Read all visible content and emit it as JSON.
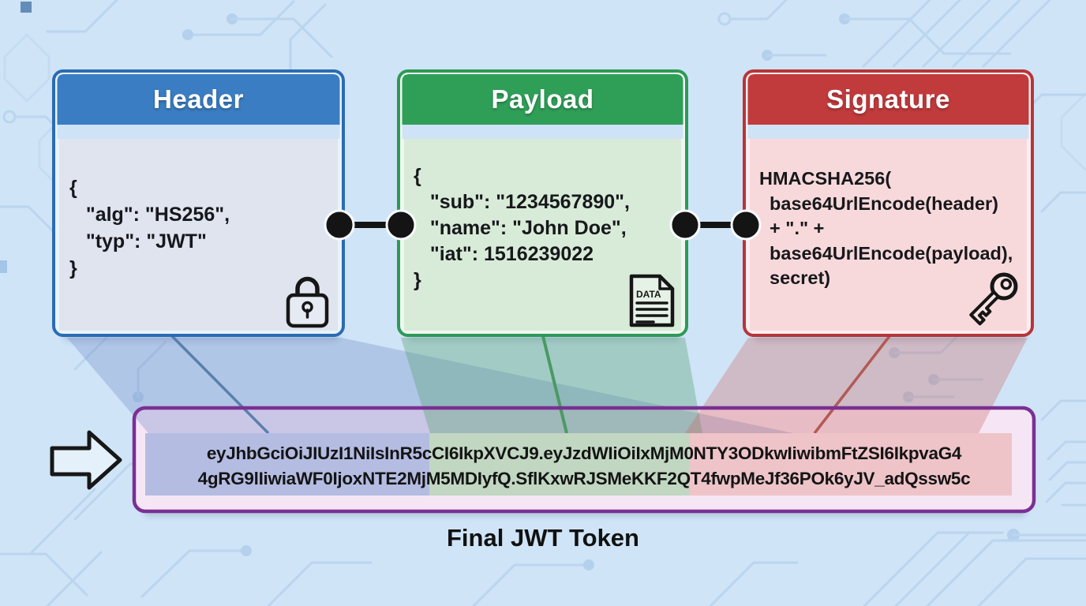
{
  "page": {
    "background_color": "#cfe4f7",
    "caption": "Final JWT Token"
  },
  "boxes": {
    "header": {
      "title": "Header",
      "accent": "#3a7dc2",
      "border": "#2a6cb3",
      "body_color": "#dfe4ef",
      "code": "{\n   \"alg\": \"HS256\",\n   \"typ\": \"JWT\"\n}",
      "icon": "lock-icon"
    },
    "payload": {
      "title": "Payload",
      "accent": "#2f9f58",
      "border": "#2d9a55",
      "body_color": "#d8ebd8",
      "code": "{\n   \"sub\": \"1234567890\",\n   \"name\": \"John Doe\",\n   \"iat\": 1516239022\n}",
      "icon": "data-document-icon",
      "icon_label": "DATA"
    },
    "signature": {
      "title": "Signature",
      "accent": "#c13a3c",
      "border": "#b73538",
      "body_color": "#f8d9db",
      "code": "HMACSHA256(\n  base64UrlEncode(header)\n  + \".\" +\n  base64UrlEncode(payload),\n  secret)",
      "icon": "key-icon"
    }
  },
  "token": {
    "line1": "eyJhbGciOiJIUzI1NiIsInR5cCI6IkpXVCJ9.eyJzdWIiOiIxMjM0NTY3ODkwIiwibmFtZSI6IkpvaG4",
    "line2": "4gRG9lIiwiaWF0IjoxNTE2MjM5MDIyfQ.SflKxwRJSMeKKF2QT4fwpMeJf36POk6yJV_adQssw5c",
    "border_color": "#7b2f94",
    "fill_color": "#f6e6f5",
    "segment_colors": {
      "header": "#b4bce2",
      "payload": "#c1d7c2",
      "signature": "#eec4c9"
    }
  }
}
